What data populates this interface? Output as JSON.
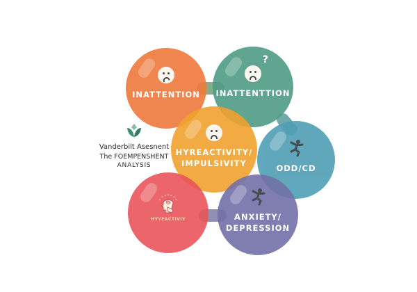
{
  "branding": {
    "logo_icon": "lotus-leaf-icon",
    "line1": "Vanderbilt Asesnent",
    "line2": "The FOEMPENSHENT",
    "line3": "ANALYSIS"
  },
  "nodes": [
    {
      "id": "inattention-1",
      "label": "INATTENTION",
      "icon": "sad-face-icon",
      "color": "#ef7a3c"
    },
    {
      "id": "inattention-2",
      "label": "INATTENTTION",
      "icon": "confused-face-question-icon",
      "color": "#4f9c84"
    },
    {
      "id": "hyperactivity",
      "label_line1": "HYREACTIVITY/",
      "label_line2": "IMPULSIVITY",
      "icon": "sad-face-icon",
      "color": "#f1a22e"
    },
    {
      "id": "odd-cd",
      "label": "ODD/CD",
      "icon": "jumping-person-icon",
      "color": "#4f9eb4"
    },
    {
      "id": "hyperactivity-red",
      "label": "HYYEACTIVIY",
      "icon": "head-brain-icon",
      "color": "#e9555a"
    },
    {
      "id": "anxiety",
      "label_line1": "ANXIETY/",
      "label_line2": "DEPRESSION",
      "icon": "jumping-person-icon",
      "color": "#7371a8"
    }
  ],
  "colors": {
    "orange": "#ef7a3c",
    "green": "#4f9c84",
    "amber": "#f1a22e",
    "teal": "#4f9eb4",
    "red": "#e9555a",
    "purple": "#7371a8",
    "logo": "#3d8f73"
  }
}
